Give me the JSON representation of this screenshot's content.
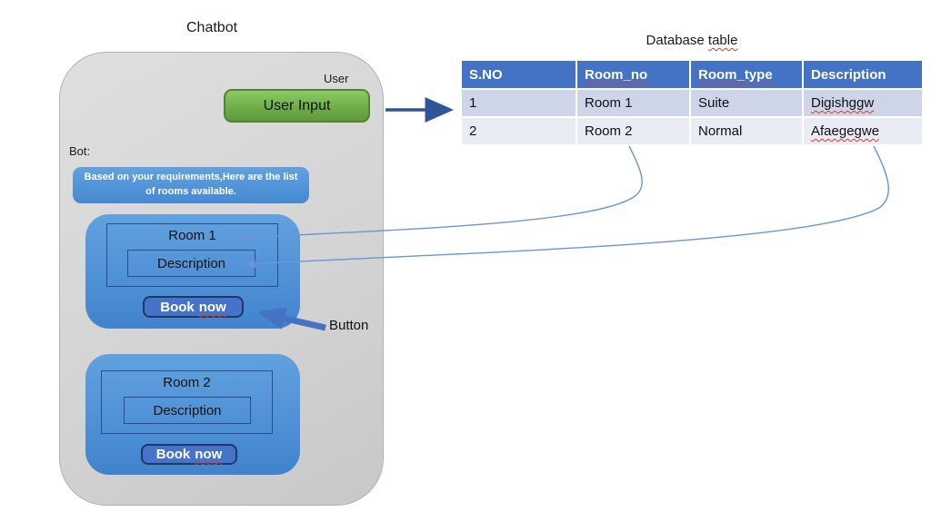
{
  "colors": {
    "accent-blue": "#4472C4",
    "green-bottom": "#61993C",
    "row-odd": "#CED5E9",
    "row-even": "#E9EBF5",
    "connector-blue": "#6D95D3",
    "arrow-dark": "#2E5597",
    "frame-navy": "#2B4D8C"
  },
  "chatbot": {
    "title": "Chatbot",
    "user_label": "User",
    "user_input_button": "User Input",
    "bot_label": "Bot:",
    "bot_message": "Based on your requirements,Here are the list of rooms available.",
    "rooms": [
      {
        "name": "Room 1",
        "description": "Description",
        "book_word": "Book",
        "book_typo": "now"
      },
      {
        "name": "Room 2",
        "description": "Description",
        "book_word": "Book",
        "book_typo": "now"
      }
    ]
  },
  "annotations": {
    "button_label": "Button"
  },
  "database": {
    "title_word": "Database",
    "title_typo": "table",
    "headers": [
      "S.NO",
      "Room_no",
      "Room_type",
      "Description"
    ],
    "rows": [
      [
        "1",
        "Room 1",
        "Suite",
        "Digishggw"
      ],
      [
        "2",
        "Room 2",
        "Normal",
        "Afaegegwe"
      ]
    ]
  }
}
